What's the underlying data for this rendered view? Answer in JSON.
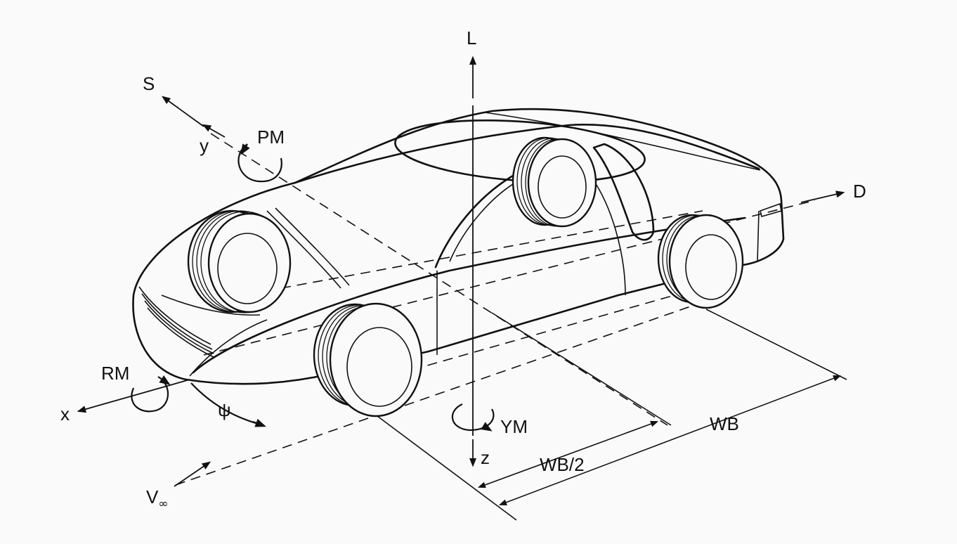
{
  "diagram": {
    "labels": {
      "lift": "L",
      "side_force": "S",
      "y_axis": "y",
      "pitch_moment": "PM",
      "drag": "D",
      "roll_moment": "RM",
      "x_axis": "x",
      "yaw_angle": "ψ",
      "freestream_v": "V",
      "freestream_sub": "∞",
      "yaw_moment": "YM",
      "z_axis": "z",
      "half_wheelbase": "WB/2",
      "wheelbase": "WB"
    }
  }
}
